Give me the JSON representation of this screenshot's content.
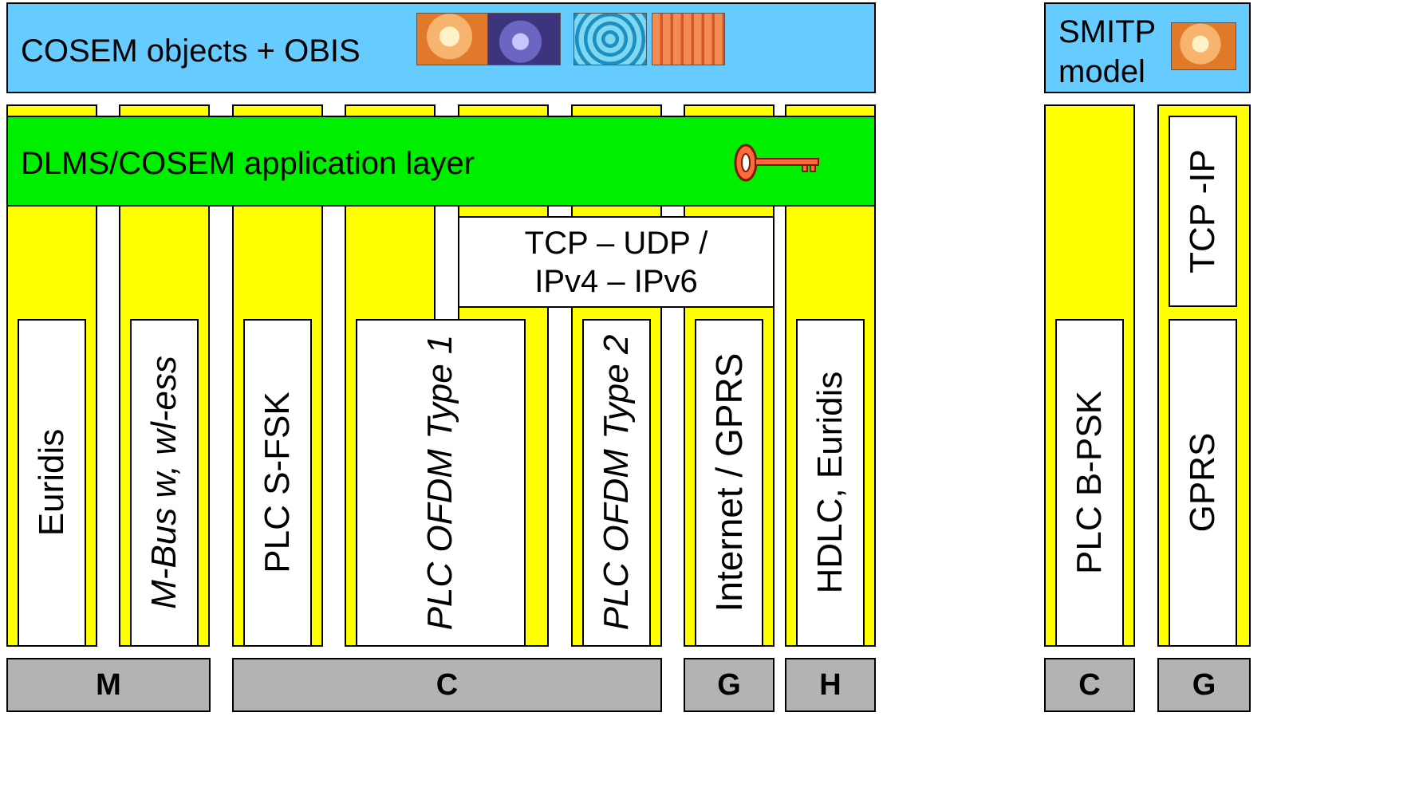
{
  "top_bar": {
    "title": "COSEM objects + OBIS",
    "icons": [
      "lightbulb-icon",
      "gas-flame-icon",
      "water-ripple-icon",
      "heat-radiator-icon"
    ]
  },
  "app_layer": {
    "title": "DLMS/COSEM application layer",
    "icon": "key-icon"
  },
  "transport": {
    "line1": "TCP – UDP /",
    "line2": "IPv4 – IPv6"
  },
  "media": [
    {
      "label": "Euridis",
      "italic": false
    },
    {
      "label": "M-Bus w, wl-ess",
      "italic": true
    },
    {
      "label": "PLC S-FSK",
      "italic": false
    },
    {
      "label": "PLC OFDM Type 1",
      "italic": true
    },
    {
      "label": "PLC OFDM Type 2",
      "italic": true
    },
    {
      "label": "Internet / GPRS",
      "italic": false
    },
    {
      "label": "HDLC, Euridis",
      "italic": false
    }
  ],
  "bottom": {
    "m": "M",
    "c": "C",
    "g": "G",
    "h": "H"
  },
  "smitp": {
    "line1": "SMITP",
    "line2": "model",
    "icon": "lightbulb-icon",
    "tcp_ip": "TCP -IP",
    "plc_bpsk": "PLC B-PSK",
    "gprs": "GPRS",
    "c": "C",
    "g": "G"
  }
}
